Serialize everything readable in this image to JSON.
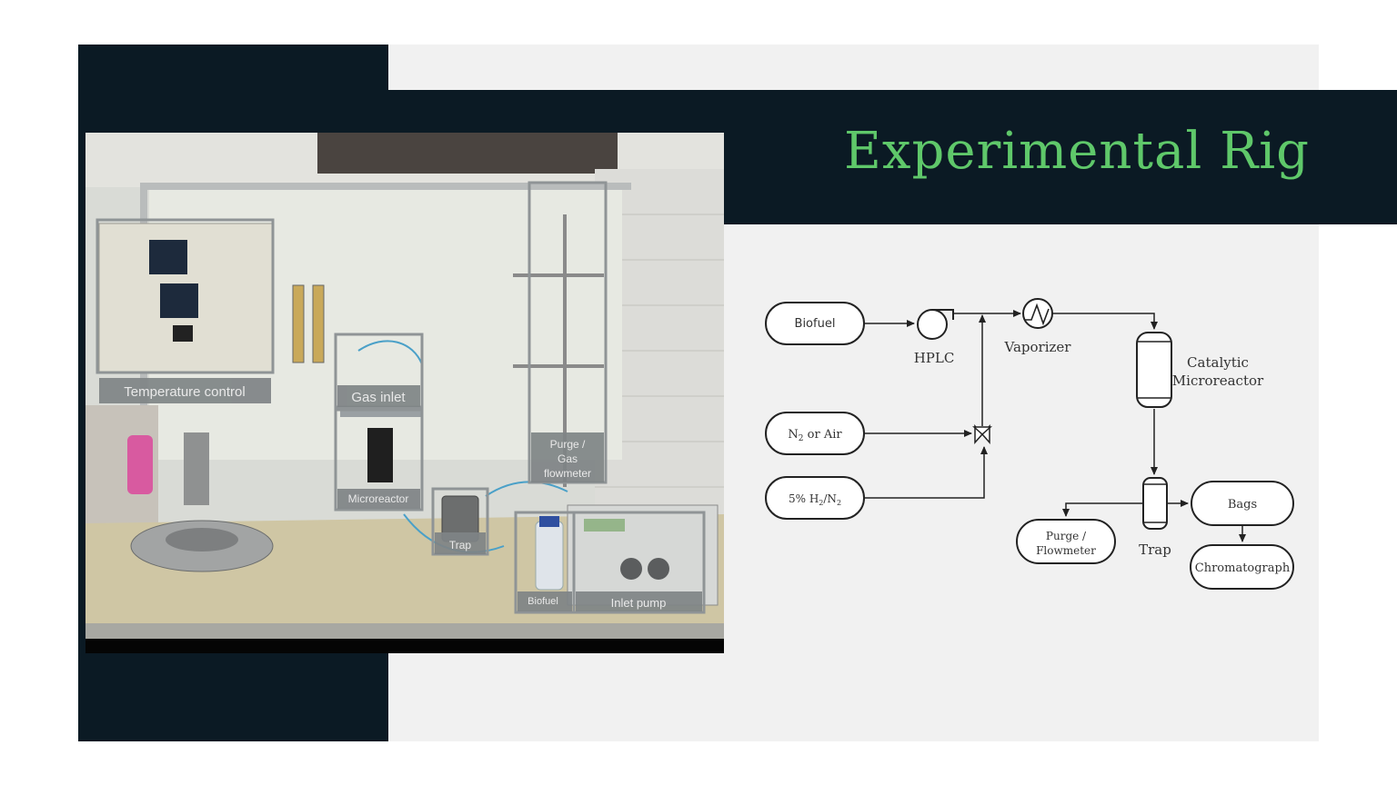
{
  "slide": {
    "title": "Experimental Rig",
    "colors": {
      "dark": "#0b1a24",
      "light": "#f1f1f1",
      "accent": "#5fc86a"
    }
  },
  "photo": {
    "labels": {
      "temperature_control": "Temperature control",
      "gas_inlet": "Gas inlet",
      "microreactor": "Microreactor",
      "trap": "Trap",
      "purge_1": "Purge /",
      "purge_2": "Gas",
      "purge_3": "flowmeter",
      "biofuel": "Biofuel",
      "inlet_pump": "Inlet pump"
    }
  },
  "diagram": {
    "biofuel": "Biofuel",
    "hplc": "HPLC",
    "vaporizer": "Vaporizer",
    "catalytic_1": "Catalytic",
    "catalytic_2": "Microreactor",
    "n2_pre": "N",
    "n2_sub": "2",
    "n2_post": " or Air",
    "h2_pre": "5% H",
    "h2_sub1": "2",
    "h2_mid": "/N",
    "h2_sub2": "2",
    "purge_1": "Purge /",
    "purge_2": "Flowmeter",
    "trap": "Trap",
    "bags": "Bags",
    "chromatograph": "Chromatograph"
  }
}
